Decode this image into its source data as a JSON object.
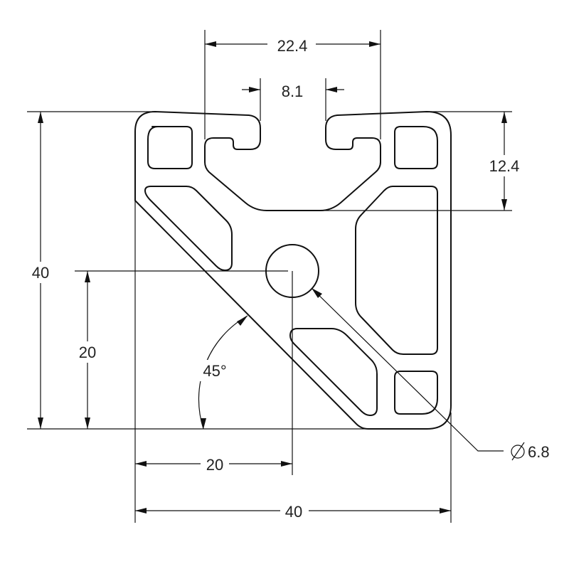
{
  "drawing": {
    "colors": {
      "line": "#111111",
      "text": "#222222",
      "background": "#ffffff"
    },
    "dimensions": {
      "slot_outer_width": "22.4",
      "slot_opening_width": "8.1",
      "slot_depth": "12.4",
      "overall_height": "40",
      "bore_height": "20",
      "chamfer_angle": "45°",
      "bore_horizontal": "20",
      "overall_width": "40",
      "bore_diameter": "6.8"
    },
    "icons": {
      "diameter": "diameter-symbol-icon"
    }
  }
}
